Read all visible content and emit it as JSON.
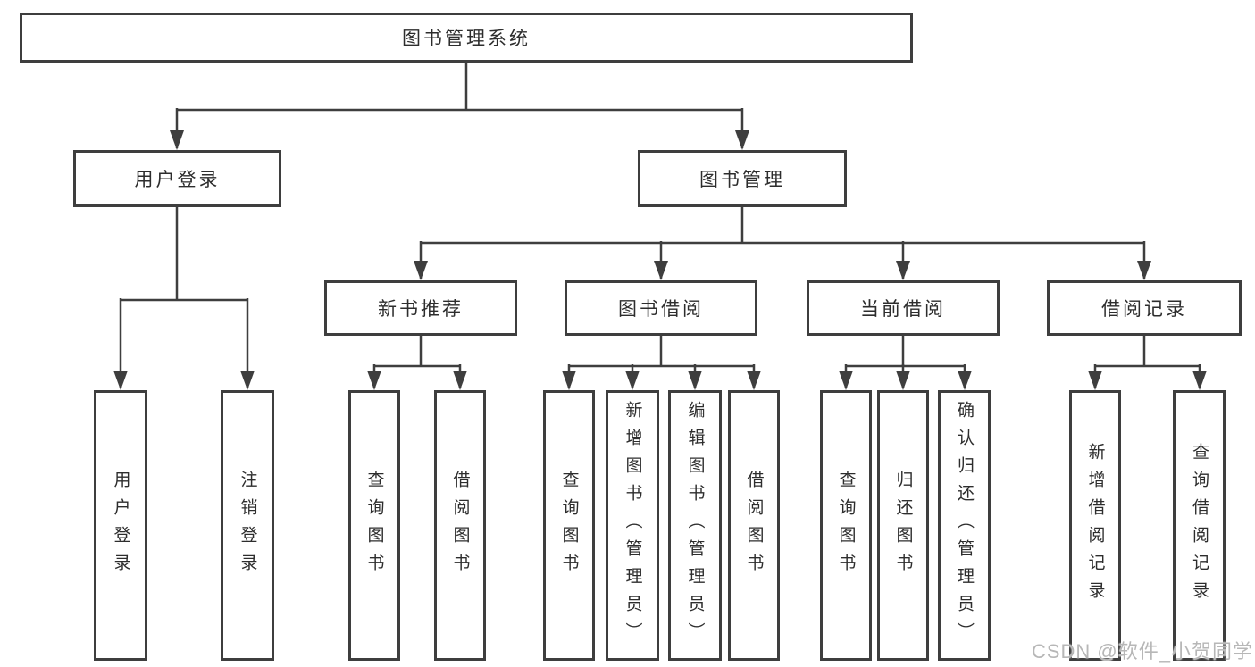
{
  "diagram": {
    "title_node": {
      "label": "图书管理系统"
    },
    "level2": [
      {
        "label": "用户登录"
      },
      {
        "label": "图书管理"
      }
    ],
    "level3": [
      {
        "label": "新书推荐"
      },
      {
        "label": "图书借阅"
      },
      {
        "label": "当前借阅"
      },
      {
        "label": "借阅记录"
      }
    ],
    "leaves": {
      "user_login": [
        "用户登录",
        "注销登录"
      ],
      "new_book": [
        "查询图书",
        "借阅图书"
      ],
      "borrow": [
        "查询图书",
        "新增图书（管理员）",
        "编辑图书（管理员）",
        "借阅图书"
      ],
      "current": [
        "查询图书",
        "归还图书",
        "确认归还（管理员）"
      ],
      "records": [
        "新增借阅记录",
        "查询借阅记录"
      ]
    }
  },
  "watermark": {
    "text": "CSDN @软件_小贺同学",
    "color": "#b7b7b7"
  },
  "colors": {
    "line": "#3e3e3e",
    "text": "#2d2d2d",
    "background": "#ffffff"
  }
}
